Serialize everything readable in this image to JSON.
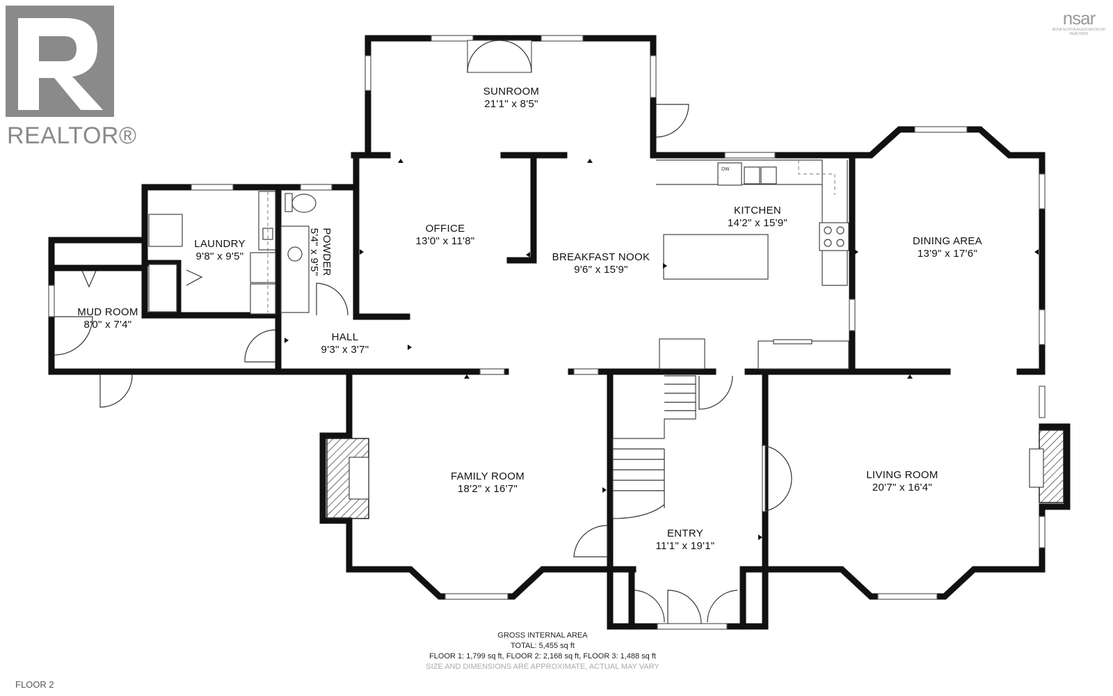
{
  "branding": {
    "realtor_text": "REALTOR®",
    "nsar_text": "nsar",
    "nsar_sub": "NOVA SCOTIA ASSOCIATION OF REALTORS",
    "accent_gray": "#8a8a8a"
  },
  "rooms": {
    "sunroom": {
      "name": "SUNROOM",
      "dims": "21'1\" x 8'5\""
    },
    "office": {
      "name": "OFFICE",
      "dims": "13'0\" x 11'8\""
    },
    "laundry": {
      "name": "LAUNDRY",
      "dims": "9'8\" x 9'5\""
    },
    "powder": {
      "name": "POWDER",
      "dims": "5'4\" x 9'5\""
    },
    "mud_room": {
      "name": "MUD ROOM",
      "dims": "8'0\" x 7'4\""
    },
    "hall": {
      "name": "HALL",
      "dims": "9'3\" x 3'7\""
    },
    "breakfast_nook": {
      "name": "BREAKFAST NOOK",
      "dims": "9'6\" x 15'9\""
    },
    "kitchen": {
      "name": "KITCHEN",
      "dims": "14'2\" x 15'9\""
    },
    "dining_area": {
      "name": "DINING AREA",
      "dims": "13'9\" x 17'6\""
    },
    "family_room": {
      "name": "FAMILY ROOM",
      "dims": "18'2\" x 16'7\""
    },
    "entry": {
      "name": "ENTRY",
      "dims": "11'1\" x 19'1\""
    },
    "living_room": {
      "name": "LIVING ROOM",
      "dims": "20'7\" x 16'4\""
    }
  },
  "fixtures": {
    "dishwasher": "DW"
  },
  "area": {
    "title": "GROSS INTERNAL AREA",
    "total": "TOTAL: 5,455 sq ft",
    "floors": "FLOOR 1: 1,799 sq ft, FLOOR 2: 2,168 sq ft, FLOOR 3: 1,488 sq ft",
    "note": "SIZE AND DIMENSIONS ARE APPROXIMATE, ACTUAL MAY VARY"
  },
  "floor_label": "FLOOR 2"
}
